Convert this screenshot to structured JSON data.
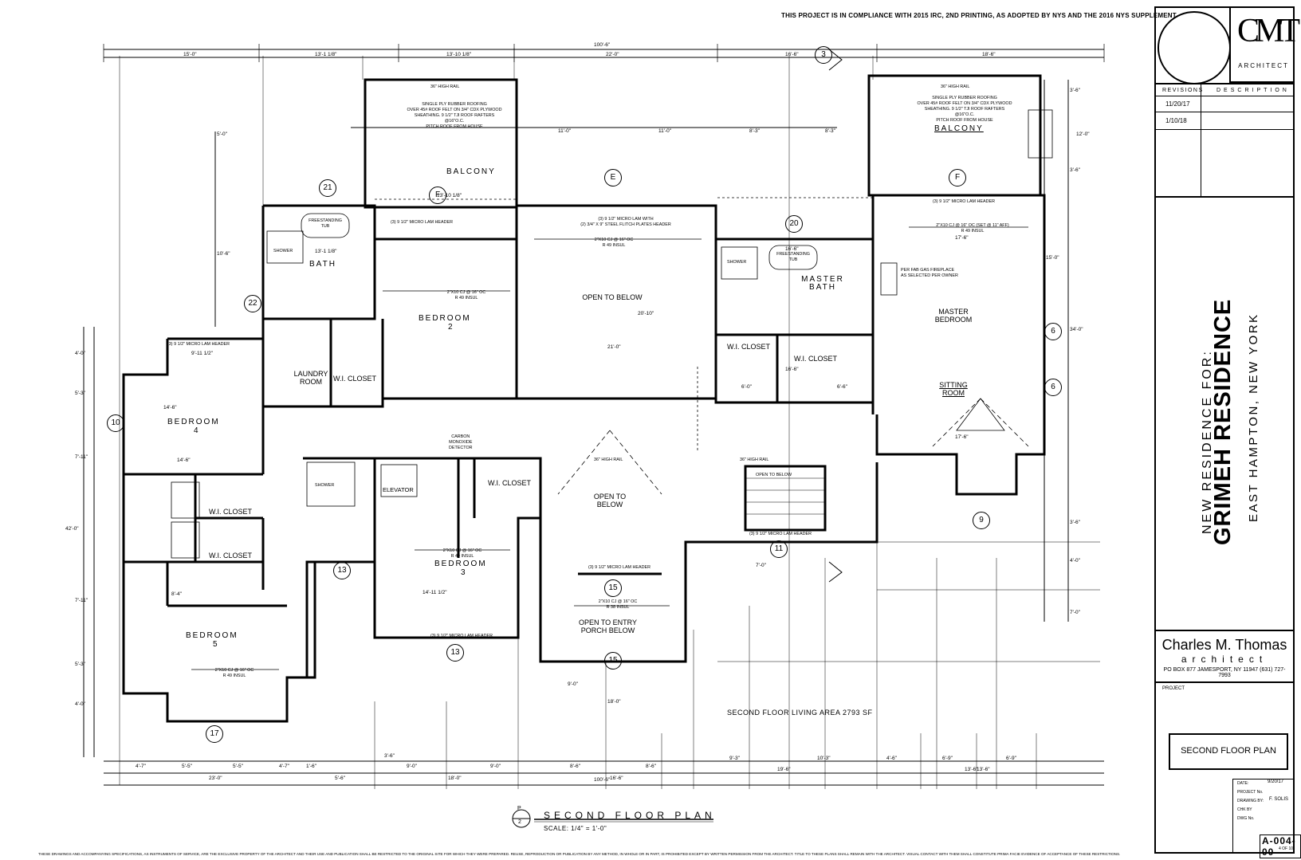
{
  "compliance_note": "THIS PROJECT IS IN COMPLIANCE WITH 2015 IRC, 2ND PRINTING, AS ADOPTED BY NYS AND THE 2016 NYS SUPPLEMENT.",
  "footer_note": "THESE DRAWINGS AND ACCOMPANYING SPECIFICATIONS, AS INSTRUMENTS OF SERVICE, ARE THE EXCLUSIVE PROPERTY OF THE ARCHITECT AND THEIR USE AND PUBLICATION SHALL BE RESTRICTED TO THE ORIGINAL SITE FOR WHICH THEY WERE PREPARED. REUSE, REPRODUCTION OR PUBLICATION BY ANY METHOD, IN WHOLE OR IN PART, IS PROHIBITED EXCEPT BY WRITTEN PERMISSION FROM THE ARCHITECT. TITLE TO THESE PLANS SHALL REMAIN WITH THE ARCHITECT. VISUAL CONTACT WITH THEM SHALL CONSTITUTE PRIMA FACIE EVIDENCE OF ACCEPTANCE OF THESE RESTRICTIONS.",
  "title_block": {
    "logo_mark": "CMT",
    "logo_sub": "ARCHITECT",
    "revisions_label": "REVISIONS",
    "description_label": "DESCRIPTION",
    "revision_dates": [
      "11/20/17",
      "1/10/18"
    ],
    "new_residence_for": "NEW RESIDENCE FOR:",
    "project_name": "GRIMEH RESIDENCE",
    "location": "EAST HAMPTON, NEW YORK",
    "architect_name": "Charles M. Thomas",
    "architect_sub": "architect",
    "architect_address": "PO BOX 877  JAMESPORT, NY 11947  (631) 727-7993",
    "project_label": "PROJECT",
    "sheet_title": "SECOND FLOOR PLAN",
    "info": [
      {
        "label": "DATE:",
        "value": "9/20/17"
      },
      {
        "label": "PROJECT No.",
        "value": ""
      },
      {
        "label": "DRAWING BY:",
        "value": "F. SOLIS"
      },
      {
        "label": "CHK BY",
        "value": ""
      },
      {
        "label": "DWG No.",
        "value": ""
      }
    ],
    "drawing_number": "A-004-00",
    "drawing_of": "4 OF 10"
  },
  "plan": {
    "title": "SECOND FLOOR PLAN",
    "scale": "SCALE: 1/4\" = 1'-0\"",
    "title_bubble_top": "P",
    "title_bubble_bottom": "2",
    "living_area": "SECOND FLOOR LIVING AREA 2793 SF",
    "rooms": {
      "balcony_left": "BALCONY",
      "balcony_right": "BALCONY",
      "bath": "BATH",
      "bedroom2": "BEDROOM",
      "bedroom2_num": "2",
      "open_below": "OPEN TO BELOW",
      "master_bath": "MASTER BATH",
      "master_bedroom": "MASTER BEDROOM",
      "sitting_room": "SITTING ROOM",
      "laundry": "LAUNDRY ROOM",
      "wi_closet_a": "W.I. CLOSET",
      "wi_closet_b": "W.I. CLOSET",
      "wi_closet_c": "W.I. CLOSET",
      "wi_closet_d": "W.I. CLOSET",
      "wi_closet_e": "W.I. CLOSET",
      "wi_closet_f": "W.I. CLOSET",
      "bedroom4": "BEDROOM",
      "bedroom4_num": "4",
      "bedroom5": "BEDROOM",
      "bedroom5_num": "5",
      "bedroom3": "BEDROOM",
      "bedroom3_num": "3",
      "elevator": "ELEVATOR",
      "open_below_2": "OPEN TO BELOW",
      "open_entry": "OPEN TO ENTRY PORCH BELOW"
    },
    "notes": {
      "roof_left": "SINGLE PLY RUBBER ROOFING\nOVER 45# ROOF FELT ON 3/4\" CDX PLYWOOD\nSHEATHING. 9 1/2\" TJI ROOF RAFTERS\n@16\"O.C.\nPITCH ROOF FROM HOUSE",
      "roof_right": "SINGLE PLY RUBBER ROOFING\nOVER 45# ROOF FELT ON 3/4\" CDX PLYWOOD\nSHEATHING. 9 1/2\" TJI ROOF RAFTERS\n@16\"O.C.\nPITCH ROOF FROM HOUSE",
      "rail_left": "36\" HIGH RAIL",
      "rail_right": "36\" HIGH RAIL",
      "header_open": "(3) 9 1/2\" MICRO LAM WITH\n(2) 3/4\" X 9\" STEEL FLITCH PLATES HEADER",
      "joist_open": "2\"X10 CJ @ 16\" OC\nR 49 INSUL",
      "joist_b2": "2\"X10 CJ @ 16\" OC\nR 49 INSUL",
      "joist_master": "2\"X10 CJ @ 16\" OC (SET @ 11\" AFF)\nR 49 INSUL",
      "joist_b3": "2\"X10 CJ @ 16\" OC\nR 49 INSUL",
      "joist_b5": "2\"X10 CJ @ 16\" OC\nR 49 INSUL",
      "joist_entry": "2\"X10 CJ @ 16\" OC\nR 38 INSUL",
      "fireplace": "PER FAB GAS FIREPLACE\nAS SELECTED PER OWNER",
      "tub_left": "FREESTANDING\nTUB",
      "tub_right": "FREESTANDING\nTUB",
      "shower_left": "SHOWER",
      "shower_right": "SHOWER",
      "shower_hall": "SHOWER",
      "open_to_below_stair": "OPEN TO BELOW",
      "carbon": "CARBON\nMONOXIDE\nDETECTOR",
      "header_b2": "(3) 9 1/2\" MICRO LAM HEADER",
      "header_b4": "(3) 9 1/2\" MICRO LAM HEADER",
      "header_master": "(3) 9 1/2\" MICRO LAM HEADER",
      "header_stair": "(3) 9 1/2\" MICRO LAM HEADER",
      "header_open2": "(3) 9 1/2\" MICRO LAM HEADER",
      "header_b3": "(3) 9 1/2\" MICRO LAM HEADER",
      "rail_stair": "36\" HIGH RAIL",
      "rail_mid": "36\" HIGH RAIL"
    },
    "dimensions": {
      "top_total": "100'-6\"",
      "top": [
        "15'-0\"",
        "13'-1 1/8\"",
        "13'-10 1/8\"",
        "22'-0\"",
        "16'-6\"",
        "18'-6\""
      ],
      "top_row2": [
        "11'-0\"",
        "11'-0\"",
        "8'-3\"",
        "8'-3\""
      ],
      "bottom_total": "100'-6\"",
      "bottom_row1": [
        "4'-7\"",
        "5'-5\"",
        "5'-5\"",
        "4'-7\"",
        "1'-6\"",
        "9'-0\"",
        "9'-0\"",
        "8'-6\"",
        "8'-6\"",
        "9'-3\"",
        "10'-3\"",
        "4'-6\"",
        "6'-9\"",
        "6'-9\""
      ],
      "bottom_row2": [
        "23'-0\"",
        "5'-6\"",
        "18'-0\"",
        "16'-6\"",
        "19'-6\"",
        "13'-6\""
      ],
      "left": [
        "5'-0\"",
        "10'-6\"",
        "4'-0\"",
        "5'-3\"",
        "7'-11\"",
        "7'-11\"",
        "5'-3\"",
        "4'-0\""
      ],
      "left_total": "42'-0\"",
      "right": [
        "3'-6\"",
        "12'-0\"",
        "3'-6\"",
        "15'-0\"",
        "34'-0\"",
        "3'-6\"",
        "4'-0\"",
        "7'-0\""
      ],
      "misc": [
        "13'-1 1/8\"",
        "13'-10 1/8\"",
        "9'-11 1/2\"",
        "14'-6\"",
        "14'-6\"",
        "20'-10\"",
        "21'-0\"",
        "16'-6\"",
        "16'-6\"",
        "17'-6\"",
        "17'-6\"",
        "14'-11 1/2\"",
        "9'-0\"",
        "18'-0\"",
        "3'-6\"",
        "6'-0\"",
        "6'-6\"",
        "7'-0\"",
        "8'-4\"",
        "13'-6\""
      ]
    },
    "bubbles": [
      "21",
      "20",
      "22",
      "F",
      "F",
      "E",
      "6",
      "6",
      "9",
      "10",
      "11",
      "13",
      "15",
      "15",
      "17",
      "13",
      "3"
    ]
  }
}
